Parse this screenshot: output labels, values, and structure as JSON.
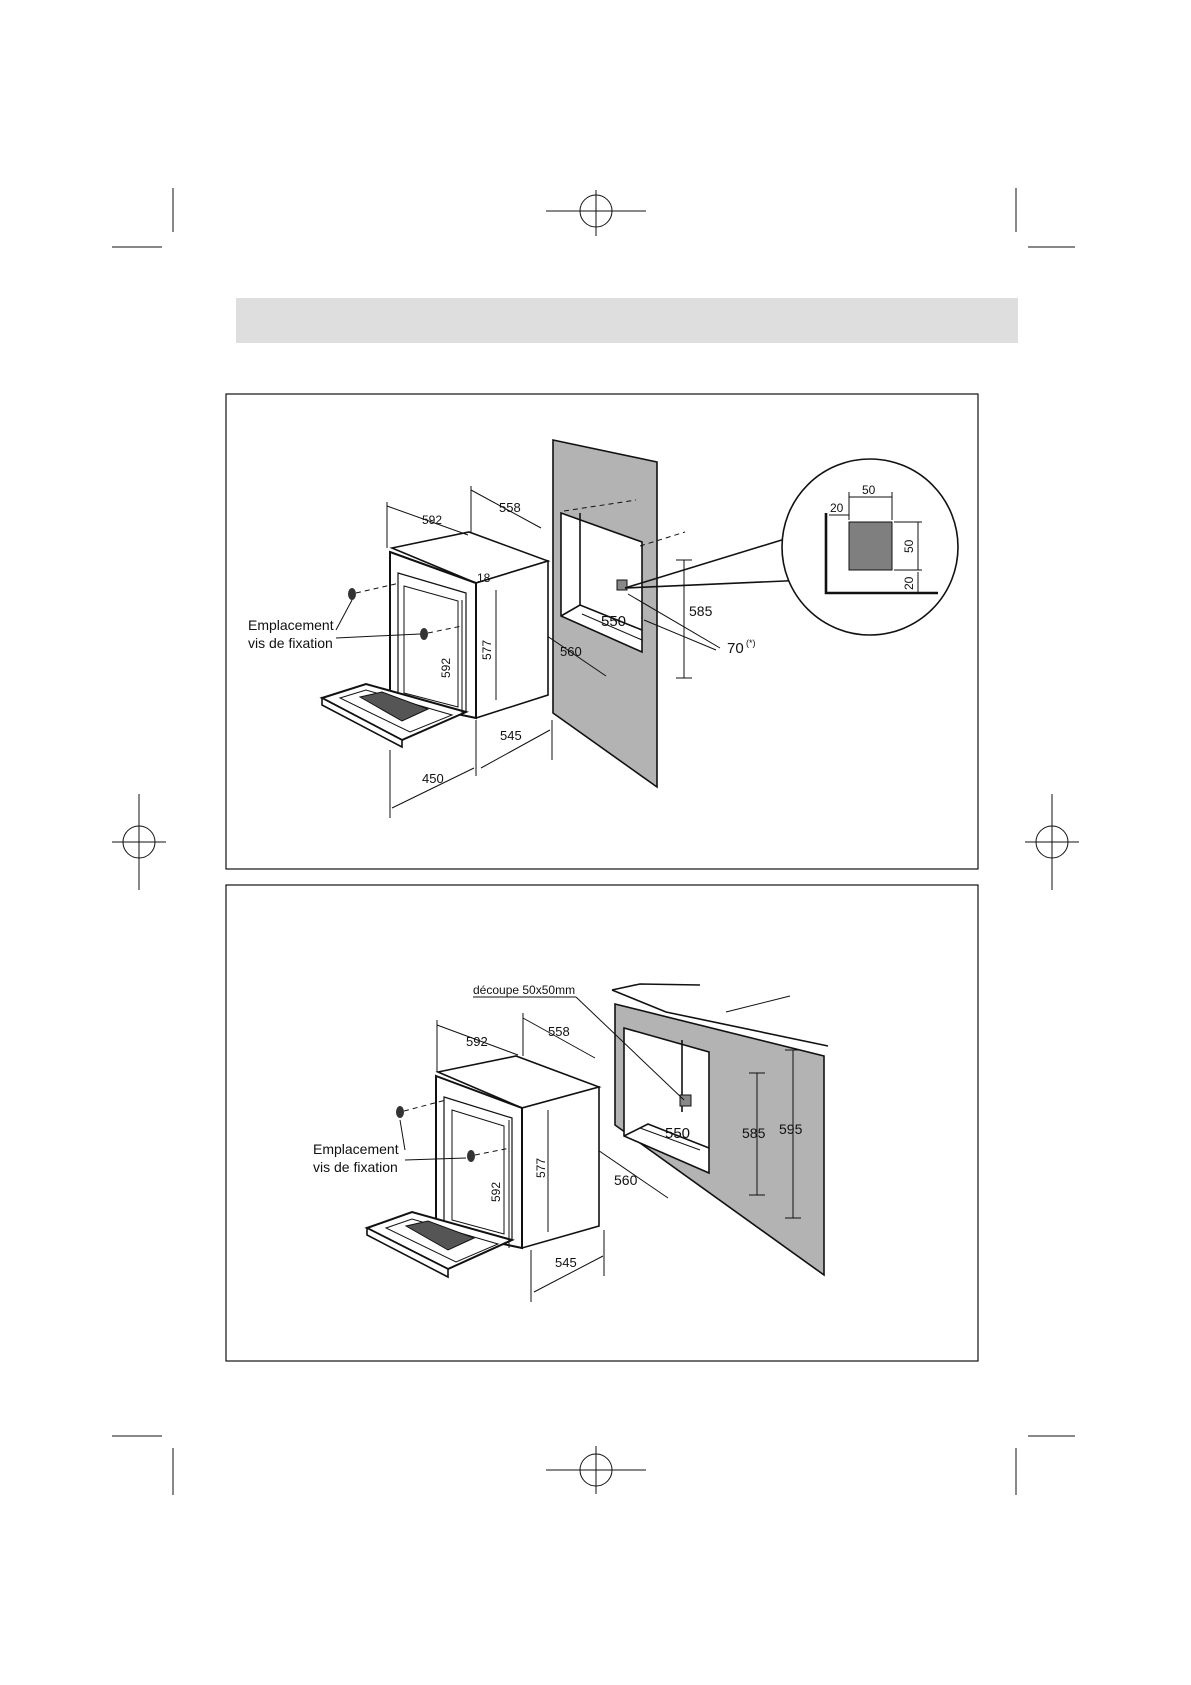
{
  "colors": {
    "wall": "#b3b3b3",
    "cutout": "#7f7f7f",
    "header_bar": "#dedede",
    "glass": "#555555"
  },
  "figure1": {
    "screw_label_line1": "Emplacement",
    "screw_label_line2": "vis de fixation",
    "dims": {
      "width_592": "592",
      "depth_558": "558",
      "d18": "18",
      "h577": "577",
      "front_592": "592",
      "d545": "545",
      "d450": "450",
      "niche_550": "550",
      "niche_560": "560",
      "niche_585": "585",
      "d70": "70",
      "d70_note": "(*)"
    },
    "detail": {
      "d50_w": "50",
      "d20_left": "20",
      "d50_h": "50",
      "d20_bottom": "20"
    }
  },
  "figure2": {
    "cutout_label": "découpe 50x50mm",
    "screw_label_line1": "Emplacement",
    "screw_label_line2": "vis de fixation",
    "dims": {
      "width_592": "592",
      "depth_558": "558",
      "h577": "577",
      "front_592": "592",
      "d545": "545",
      "niche_550": "550",
      "niche_560": "560",
      "niche_585": "585",
      "h595": "595"
    }
  }
}
